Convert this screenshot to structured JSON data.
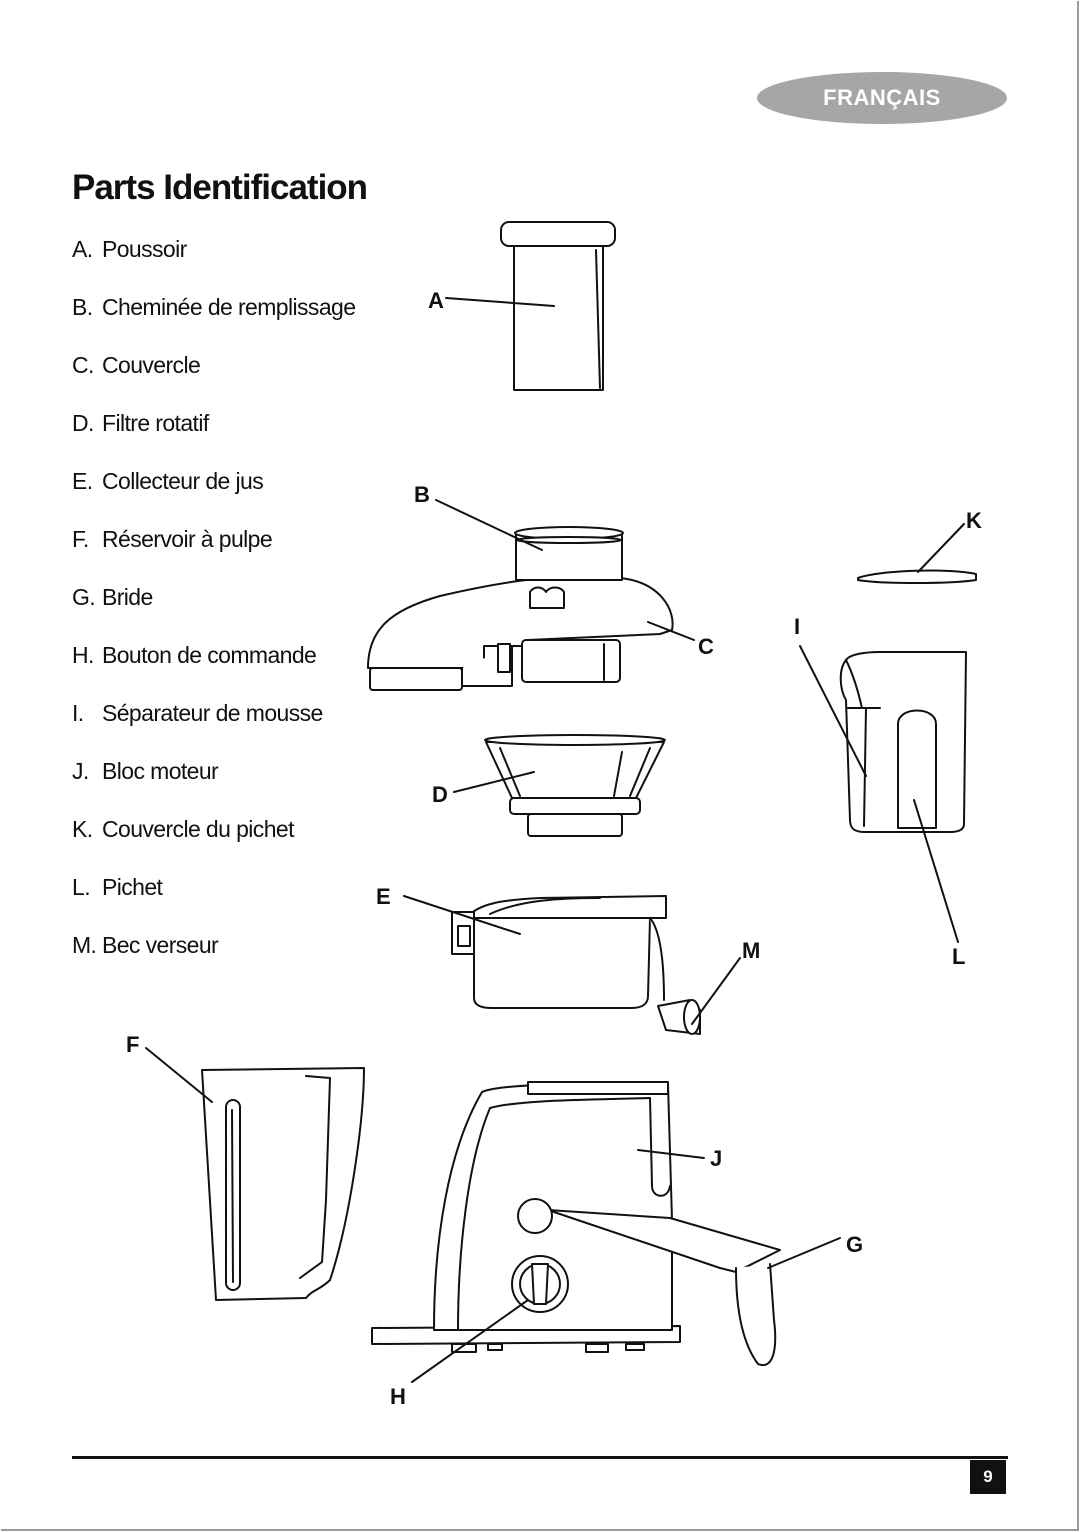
{
  "language_tab": "FRANÇAIS",
  "title": "Parts Identification",
  "parts": [
    {
      "letter": "A.",
      "name": "Poussoir"
    },
    {
      "letter": "B.",
      "name": "Cheminée de remplissage"
    },
    {
      "letter": "C.",
      "name": "Couvercle"
    },
    {
      "letter": "D.",
      "name": "Filtre rotatif"
    },
    {
      "letter": "E.",
      "name": "Collecteur de jus"
    },
    {
      "letter": "F.",
      "name": "Réservoir à pulpe"
    },
    {
      "letter": "G.",
      "name": "Bride"
    },
    {
      "letter": "H.",
      "name": "Bouton de commande"
    },
    {
      "letter": "I.",
      "name": "Séparateur de mousse"
    },
    {
      "letter": "J.",
      "name": "Bloc moteur"
    },
    {
      "letter": "K.",
      "name": "Couvercle du pichet"
    },
    {
      "letter": "L.",
      "name": "Pichet"
    },
    {
      "letter": "M.",
      "name": "Bec verseur"
    }
  ],
  "callouts": {
    "a": "A",
    "b": "B",
    "c": "C",
    "d": "D",
    "e": "E",
    "f": "F",
    "g": "G",
    "h": "H",
    "i": "I",
    "j": "J",
    "k": "K",
    "l": "L",
    "m": "M"
  },
  "page_number": "9"
}
